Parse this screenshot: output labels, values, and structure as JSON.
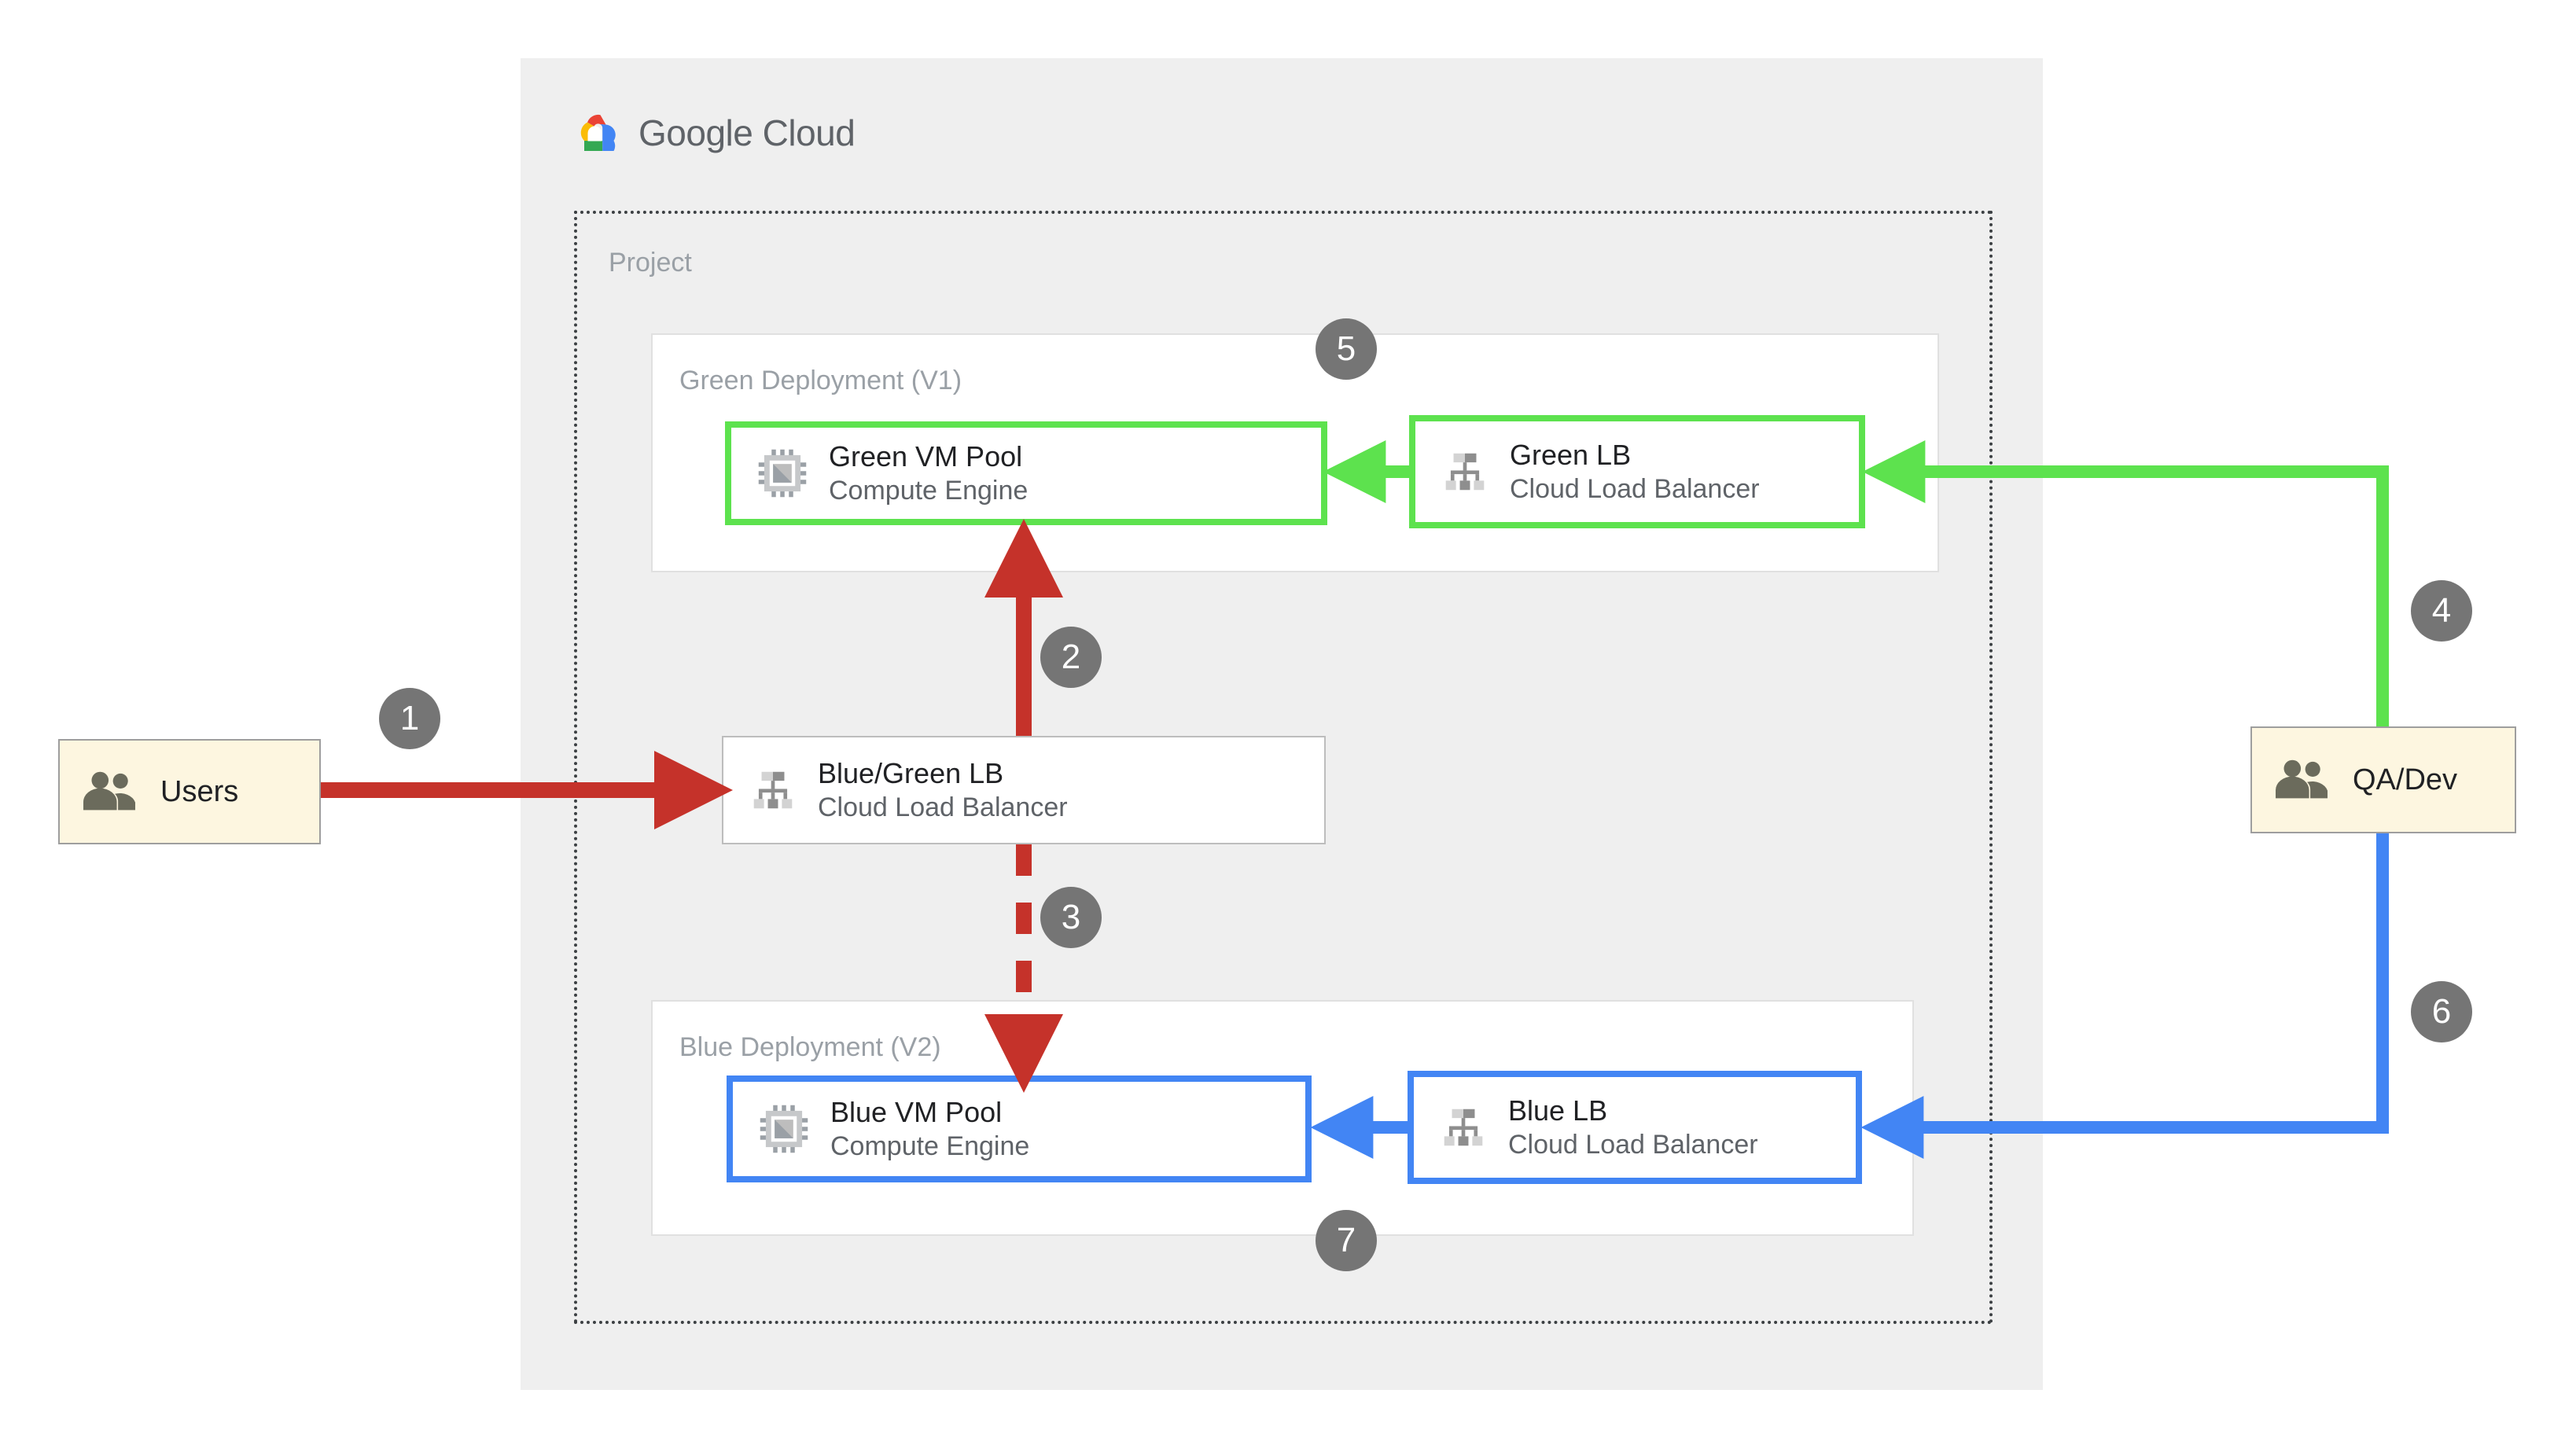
{
  "cloud": {
    "brand_logo_name": "google-cloud-logo",
    "brand_word_1": "Google",
    "brand_word_2": "Cloud"
  },
  "project": {
    "label": "Project"
  },
  "deployments": {
    "green": {
      "label": "Green Deployment (V1)",
      "accent": "#5DE24E"
    },
    "blue": {
      "label": "Blue Deployment (V2)",
      "accent": "#4285F4"
    }
  },
  "nodes": {
    "green_vm": {
      "title": "Green VM Pool",
      "subtitle": "Compute Engine",
      "icon": "cpu-chip-icon"
    },
    "green_lb": {
      "title": "Green LB",
      "subtitle": "Cloud Load Balancer",
      "icon": "load-balancer-icon"
    },
    "bluegreen_lb": {
      "title": "Blue/Green LB",
      "subtitle": "Cloud Load Balancer",
      "icon": "load-balancer-icon"
    },
    "blue_vm": {
      "title": "Blue VM Pool",
      "subtitle": "Compute Engine",
      "icon": "cpu-chip-icon"
    },
    "blue_lb": {
      "title": "Blue LB",
      "subtitle": "Cloud Load Balancer",
      "icon": "load-balancer-icon"
    }
  },
  "actors": {
    "users": {
      "label": "Users",
      "icon": "people-icon"
    },
    "qadev": {
      "label": "QA/Dev",
      "icon": "people-icon"
    }
  },
  "steps": {
    "s1": "1",
    "s2": "2",
    "s3": "3",
    "s4": "4",
    "s5": "5",
    "s6": "6",
    "s7": "7"
  },
  "colors": {
    "red_flow": "#C5322A",
    "green_flow": "#5DE24E",
    "blue_flow": "#4285F4",
    "badge_gray": "#757575",
    "panel_gray": "#EFEFEF",
    "actor_cream": "#FDF6E0"
  }
}
